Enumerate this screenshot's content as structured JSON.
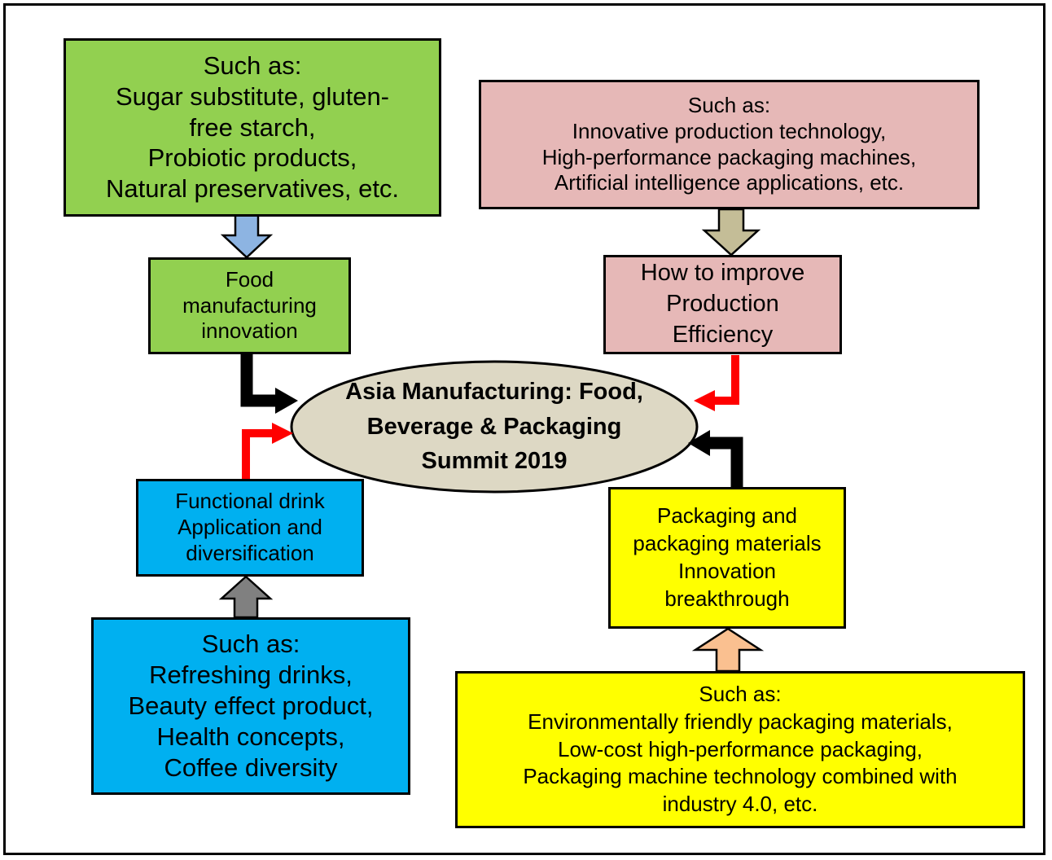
{
  "colors": {
    "green": "#92d050",
    "pink": "#e6b8b7",
    "blue": "#00b0f0",
    "yellow": "#ffff00",
    "oval": "#ddd8c4",
    "arrow_red": "#ff0000",
    "arrow_black": "#000000",
    "arrow_light_blue": "#8db4e2",
    "arrow_khaki": "#c4bd97",
    "arrow_gray": "#808080",
    "arrow_peach": "#fac090"
  },
  "center": {
    "lines": [
      "Asia Manufacturing: Food,",
      "Beverage & Packaging",
      "Summit 2019"
    ]
  },
  "food": {
    "examples": [
      "Such as:",
      "Sugar substitute, gluten-",
      "free starch,",
      "Probiotic products,",
      "Natural preservatives, etc."
    ],
    "topic": [
      "Food",
      "manufacturing",
      "innovation"
    ]
  },
  "production": {
    "examples": [
      "Such as:",
      "Innovative production technology,",
      "High-performance packaging machines,",
      "Artificial intelligence applications, etc."
    ],
    "topic": [
      "How to improve",
      "Production",
      "Efficiency"
    ]
  },
  "drink": {
    "topic": [
      "Functional drink",
      "Application and",
      "diversification"
    ],
    "examples": [
      "Such as:",
      "Refreshing drinks,",
      "Beauty effect product,",
      "Health concepts,",
      "Coffee diversity"
    ]
  },
  "packaging": {
    "topic": [
      "Packaging and",
      "packaging materials",
      "Innovation",
      "breakthrough"
    ],
    "examples": [
      "Such as:",
      "Environmentally friendly packaging materials,",
      "Low-cost high-performance packaging,",
      "Packaging machine technology combined with",
      "industry 4.0, etc."
    ]
  }
}
